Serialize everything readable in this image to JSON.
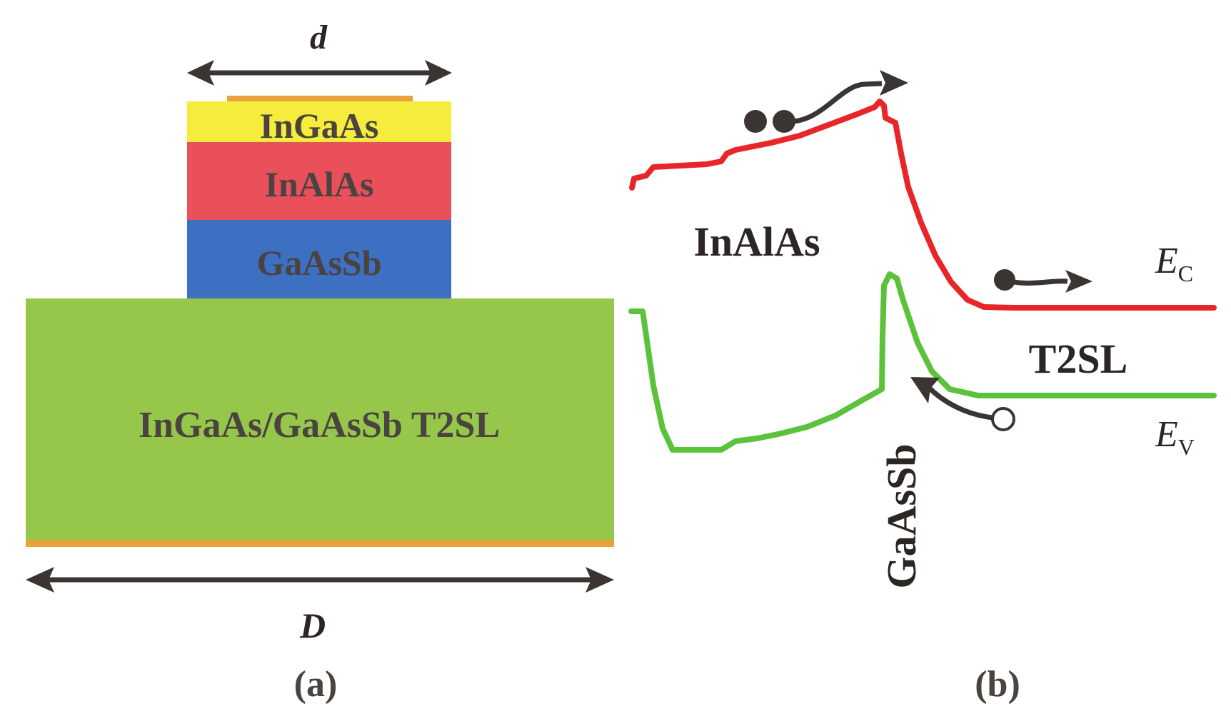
{
  "panel_a": {
    "top_width_label": "d",
    "bottom_width_label": "D",
    "layer_top": "InGaAs",
    "layer_middle": "InAlAs",
    "layer_lower": "GaAsSb",
    "substrate": "InGaAs/GaAsSb T2SL",
    "caption": "(a)"
  },
  "panel_b": {
    "label_inalas": "InAlAs",
    "label_gaassb": "GaAsSb",
    "label_t2sl": "T2SL",
    "conduction_band_symbol": "E",
    "conduction_band_sub": "C",
    "valence_band_symbol": "E",
    "valence_band_sub": "V",
    "caption": "(b)"
  },
  "colors": {
    "ingaas_layer": "#f5ec3c",
    "inalas_layer": "#e9505a",
    "gaassb_layer": "#3d6fc2",
    "substrate": "#96c74b",
    "contact": "#e8a33a",
    "label_text": "#4a4340",
    "conduction_band": "#e8262a",
    "valence_band": "#5cc23c",
    "arrow": "#3a3533"
  }
}
